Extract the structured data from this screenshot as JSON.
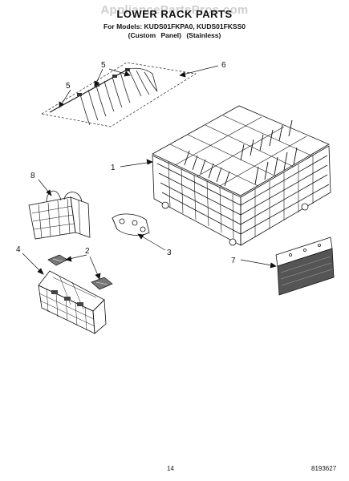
{
  "header": {
    "watermark": "AppliancePartsPros.com",
    "title": "LOWER RACK PARTS",
    "models": "For Models: KUDS01FKPA0, KUDS01FKSS0",
    "panels": "(Custom Panel)   (Stainless)"
  },
  "callouts": {
    "c1": "1",
    "c2": "2",
    "c3": "3",
    "c4": "4",
    "c5a": "5",
    "c5b": "5",
    "c6": "6",
    "c7": "7",
    "c8": "8"
  },
  "footer": {
    "page_number": "14",
    "doc_number": "8193627"
  }
}
